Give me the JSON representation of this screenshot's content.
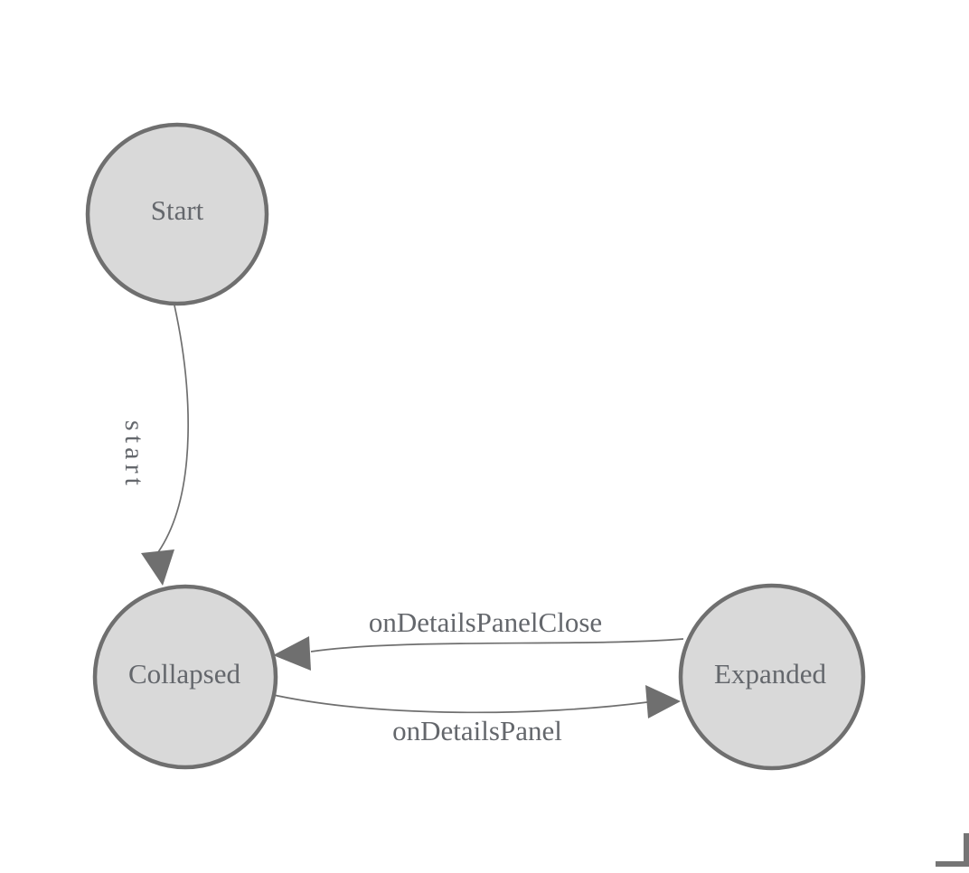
{
  "diagram": {
    "type": "state-machine",
    "colors": {
      "background": "#ffffff",
      "node_fill": "#d9d9d9",
      "node_stroke": "#6f6f6f",
      "edge_stroke": "#6f6f6f",
      "label_text": "#64676c",
      "scrollbar": "#757575"
    },
    "nodes": [
      {
        "id": "start",
        "label": "Start"
      },
      {
        "id": "collapsed",
        "label": "Collapsed"
      },
      {
        "id": "expanded",
        "label": "Expanded"
      }
    ],
    "edges": [
      {
        "from": "start",
        "to": "collapsed",
        "label": "start"
      },
      {
        "from": "expanded",
        "to": "collapsed",
        "label": "onDetailsPanelClose"
      },
      {
        "from": "collapsed",
        "to": "expanded",
        "label": "onDetailsPanel"
      }
    ]
  }
}
